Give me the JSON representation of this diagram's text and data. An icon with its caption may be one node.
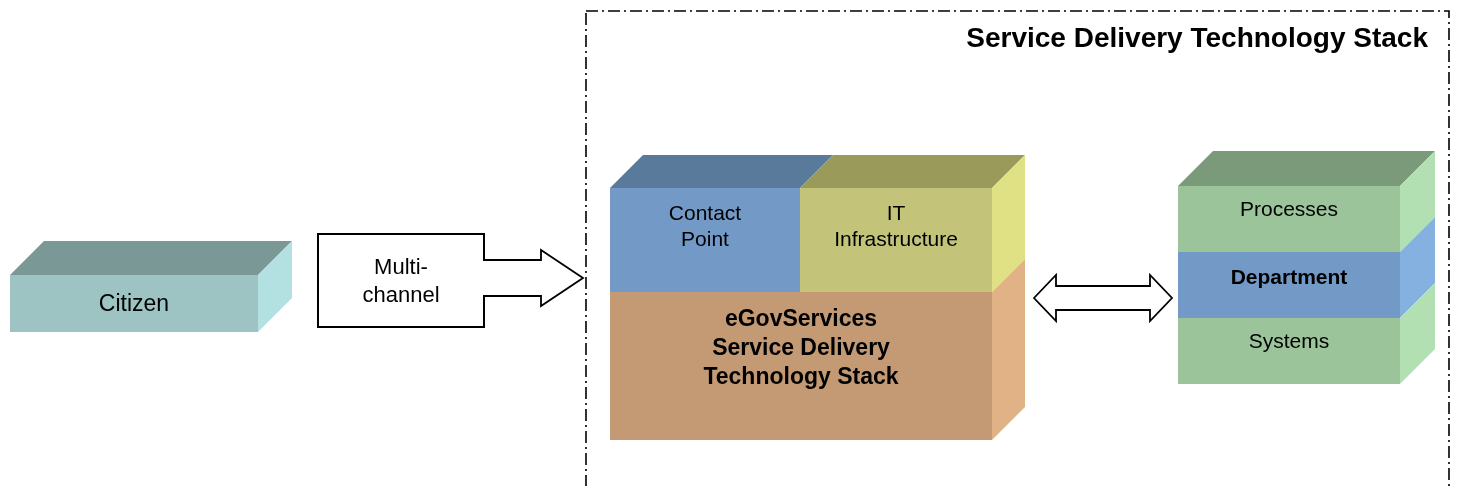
{
  "diagram": {
    "nodes": [
      {
        "text": [
          "Citizen"
        ]
      },
      {
        "text": [
          "Multi- channel"
        ]
      },
      {
        "text": [
          "Service Delivery Technology Stack"
        ]
      },
      {
        "text": [
          "Contact Point"
        ],
        "in": 2
      },
      {
        "text": [
          "IT Infrastructure"
        ],
        "in": 2
      },
      {
        "text": [
          "eGovServices Service Delivery Technology Stack"
        ],
        "in": 2
      },
      {
        "text": [
          "Processes"
        ],
        "in": 2
      },
      {
        "text": [
          "Department"
        ],
        "in": 2
      },
      {
        "text": [
          "Systems"
        ],
        "in": 2
      }
    ],
    "edges": [
      {
        "from": 1,
        "to": 2,
        "arrow": "to"
      },
      {
        "from": 5,
        "to": 7,
        "arrow": "both"
      }
    ]
  }
}
